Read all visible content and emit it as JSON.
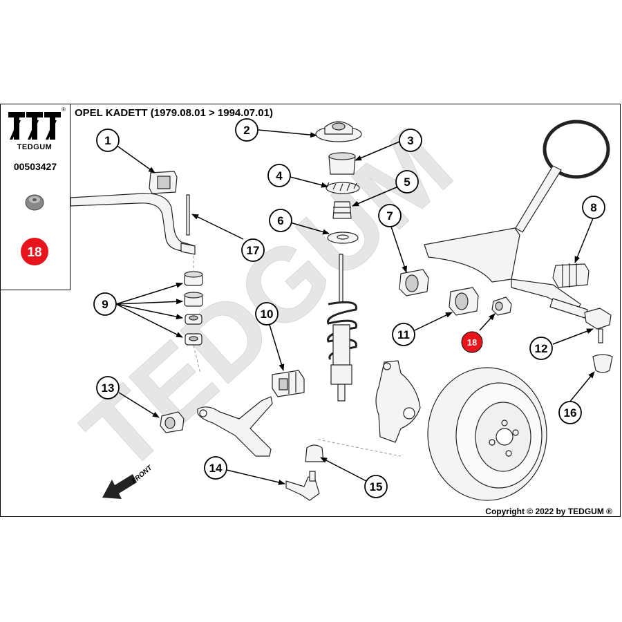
{
  "header": {
    "brand": "TEDGUM",
    "registered_mark": "®",
    "part_number": "00503427",
    "highlight_number": "18",
    "title": "OPEL KADETT  (1979.08.01 > 1994.07.01)"
  },
  "watermark": {
    "text": "TEDGUM"
  },
  "direction_label": "FRONT",
  "copyright": "Copyright © 2022 by TEDGUM ®",
  "callouts": [
    "1",
    "2",
    "3",
    "4",
    "5",
    "6",
    "7",
    "8",
    "9",
    "10",
    "11",
    "12",
    "13",
    "14",
    "15",
    "16",
    "17",
    "18"
  ],
  "colors": {
    "highlight": "#e8141b",
    "line": "#000000",
    "watermark": "#e6e6e6",
    "part_fill": "#f2f2f2"
  }
}
